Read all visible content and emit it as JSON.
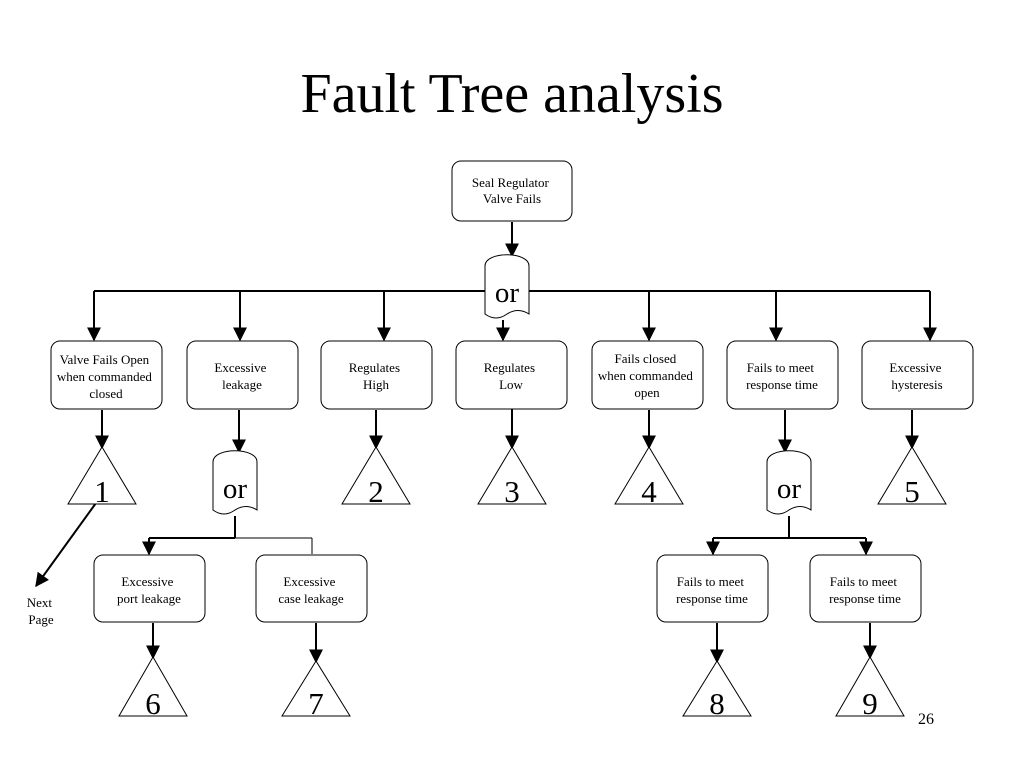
{
  "title": "Fault Tree analysis",
  "top_event": {
    "lines": [
      "Seal  Regulator",
      "Valve Fails"
    ]
  },
  "gates": {
    "main": "or",
    "leakage": "or",
    "response": "or"
  },
  "events": [
    {
      "lines": [
        "Valve Fails Open",
        "when commanded",
        "closed"
      ]
    },
    {
      "lines": [
        "Excessive",
        "leakage"
      ]
    },
    {
      "lines": [
        "Regulates",
        "High"
      ]
    },
    {
      "lines": [
        "Regulates",
        "Low"
      ]
    },
    {
      "lines": [
        "Fails closed",
        "when commanded",
        "open"
      ]
    },
    {
      "lines": [
        "Fails to meet",
        "response time"
      ]
    },
    {
      "lines": [
        "Excessive",
        "hysteresis"
      ]
    }
  ],
  "sub_events": [
    {
      "lines": [
        "Excessive",
        "port leakage"
      ]
    },
    {
      "lines": [
        "Excessive",
        "case leakage"
      ]
    },
    {
      "lines": [
        "Fails to meet",
        "response time"
      ]
    },
    {
      "lines": [
        "Fails to meet",
        "response time"
      ]
    }
  ],
  "transfers": [
    "1",
    "2",
    "3",
    "4",
    "5",
    "6",
    "7",
    "8",
    "9"
  ],
  "next_page": [
    "Next",
    "Page"
  ],
  "page_number": "26"
}
